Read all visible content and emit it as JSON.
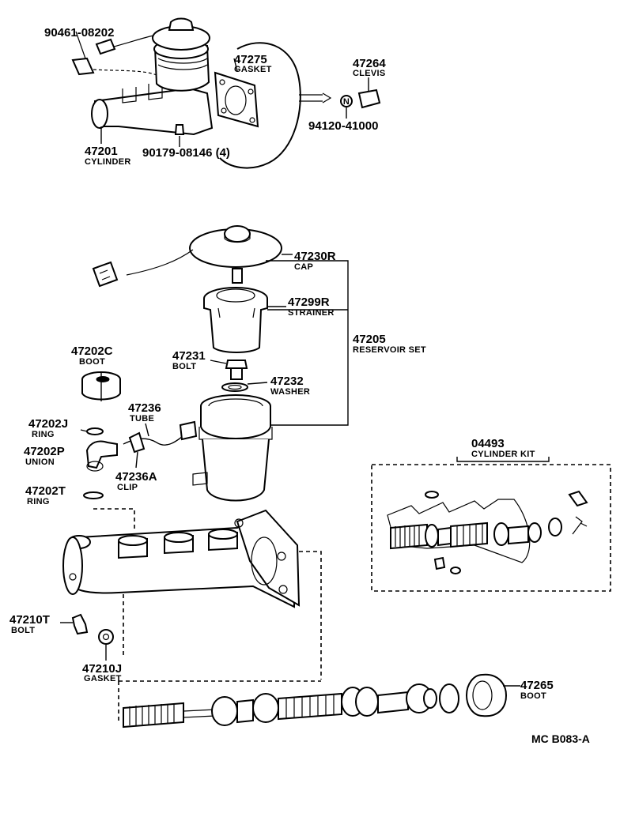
{
  "callouts": {
    "p9046108202": "90461-08202",
    "p47275": "47275",
    "gasket_top": "GASKET",
    "p47264": "47264",
    "clevis": "CLEVIS",
    "p9412041000": "94120-41000",
    "p47201": "47201",
    "cylinder": "CYLINDER",
    "p9017908146": "90179-08146 (4)",
    "p47230R": "47230R",
    "cap": "CAP",
    "p47299R": "47299R",
    "strainer": "STRAINER",
    "p47205": "47205",
    "reservoir_set": "RESERVOIR SET",
    "p47202C": "47202C",
    "boot_left": "BOOT",
    "p47231": "47231",
    "bolt_mid": "BOLT",
    "p47232": "47232",
    "washer": "WASHER",
    "p47236": "47236",
    "tube": "TUBE",
    "p47202J": "47202J",
    "ring_j": "RING",
    "p47202P": "47202P",
    "union": "UNION",
    "p47236A": "47236A",
    "clip": "CLIP",
    "p47202T": "47202T",
    "ring_t": "RING",
    "p04493": "04493",
    "cylinder_kit": "CYLINDER KIT",
    "p47210T": "47210T",
    "bolt_low": "BOLT",
    "p47210J": "47210J",
    "gasket_low": "GASKET",
    "p47265": "47265",
    "boot_right": "BOOT"
  },
  "figure_code": "MC  B083-A",
  "n_mark": "N"
}
